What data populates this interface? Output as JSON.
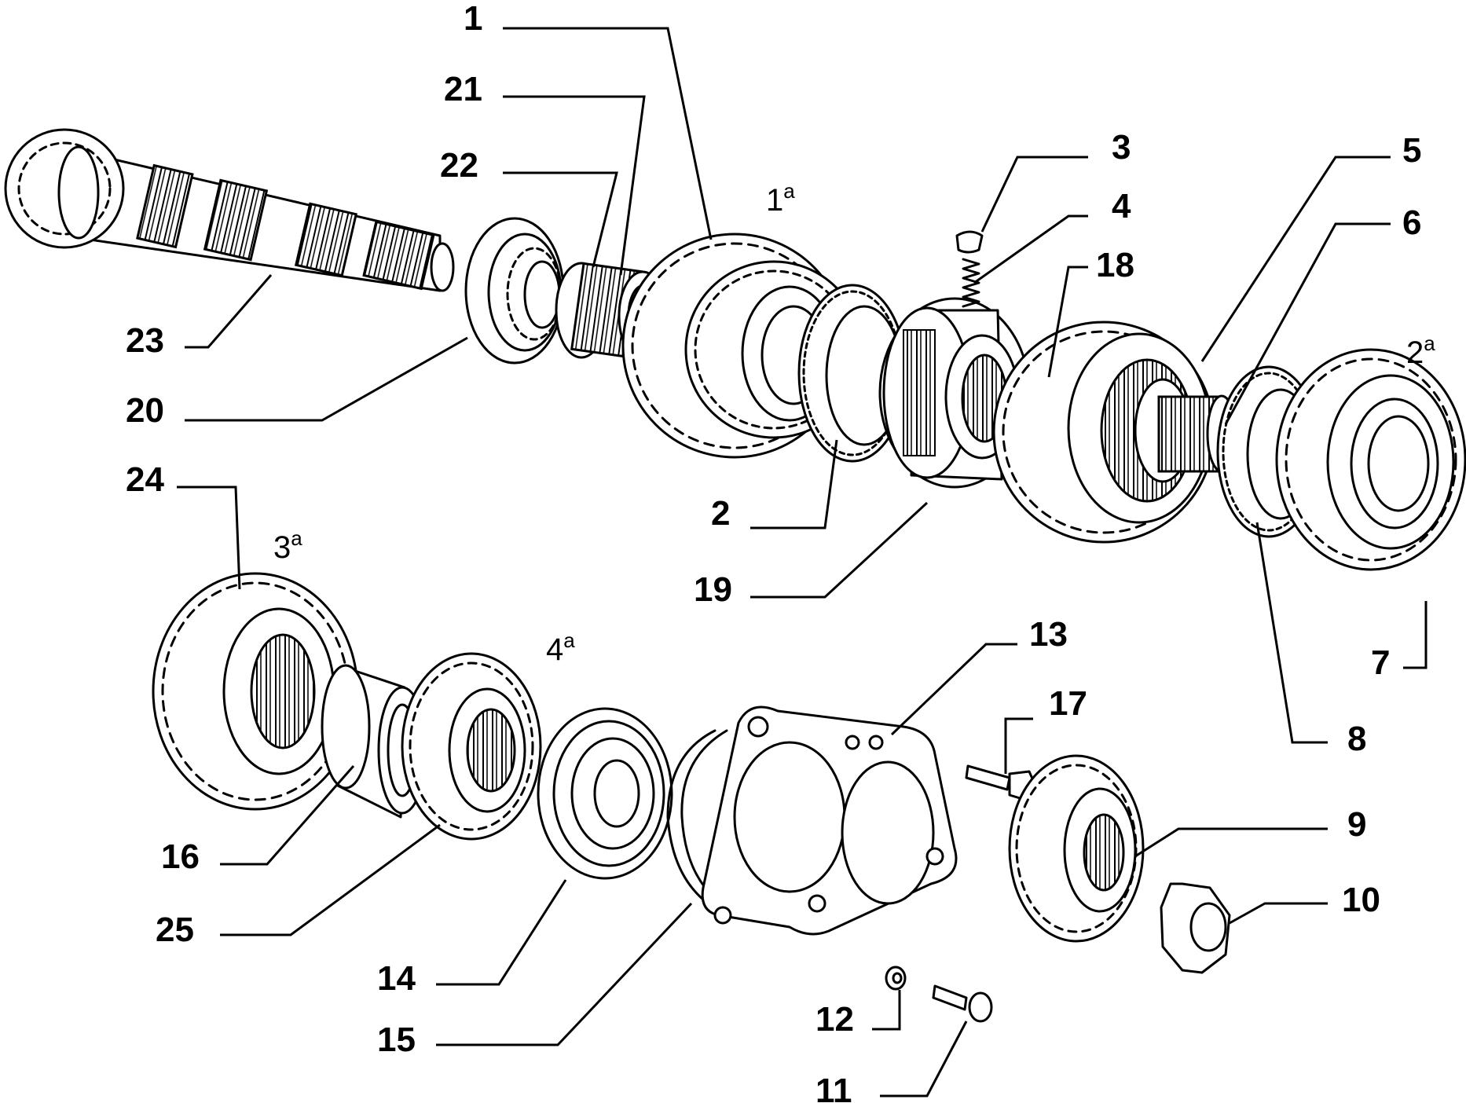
{
  "part_labels": [
    {
      "id": "p1",
      "text": "1"
    },
    {
      "id": "p2",
      "text": "2"
    },
    {
      "id": "p3",
      "text": "3"
    },
    {
      "id": "p4",
      "text": "4"
    },
    {
      "id": "p5",
      "text": "5"
    },
    {
      "id": "p6",
      "text": "6"
    },
    {
      "id": "p7",
      "text": "7"
    },
    {
      "id": "p8",
      "text": "8"
    },
    {
      "id": "p9",
      "text": "9"
    },
    {
      "id": "p10",
      "text": "10"
    },
    {
      "id": "p11",
      "text": "11"
    },
    {
      "id": "p12",
      "text": "12"
    },
    {
      "id": "p13",
      "text": "13"
    },
    {
      "id": "p14",
      "text": "14"
    },
    {
      "id": "p15",
      "text": "15"
    },
    {
      "id": "p16",
      "text": "16"
    },
    {
      "id": "p17",
      "text": "17"
    },
    {
      "id": "p18",
      "text": "18"
    },
    {
      "id": "p19",
      "text": "19"
    },
    {
      "id": "p20",
      "text": "20"
    },
    {
      "id": "p21",
      "text": "21"
    },
    {
      "id": "p22",
      "text": "22"
    },
    {
      "id": "p23",
      "text": "23"
    },
    {
      "id": "p24",
      "text": "24"
    },
    {
      "id": "p25",
      "text": "25"
    }
  ],
  "gear_labels": [
    {
      "id": "g1",
      "num": "1",
      "sup": "a"
    },
    {
      "id": "g2",
      "num": "2",
      "sup": "a"
    },
    {
      "id": "g3",
      "num": "3",
      "sup": "a"
    },
    {
      "id": "g4",
      "num": "4",
      "sup": "a"
    }
  ]
}
